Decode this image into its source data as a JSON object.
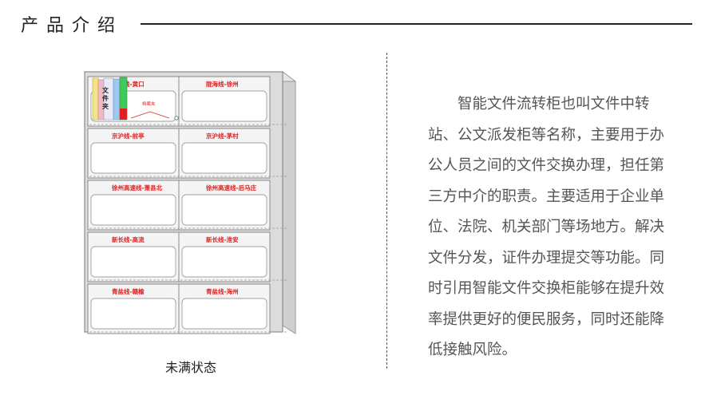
{
  "header": {
    "title": "产品介绍"
  },
  "figure": {
    "caption": "未满状态",
    "folder_label": "文件夹",
    "tray_label": "档案夹",
    "compartments": [
      "陇海线-黄口",
      "陇海线-徐州",
      "京沪线-前亭",
      "京沪线-茅村",
      "徐州高速线-萧县北",
      "徐州高速线-后马庄",
      "新长线-高流",
      "新长线-淮安",
      "青盐线-赣榆",
      "青盐线-海州"
    ],
    "label_color": "#e02020"
  },
  "description": "智能文件流转柜也叫文件中转站、公文派发柜等名称，主要用于办公人员之间的文件交换办理，担任第三方中介的职责。主要适用于企业单位、法院、机关部门等场地方。解决文件分发，证件办理提交等功能。同时引用智能文件交换柜能够在提升效率提供更好的便民服务，同时还能降低接触风险。"
}
